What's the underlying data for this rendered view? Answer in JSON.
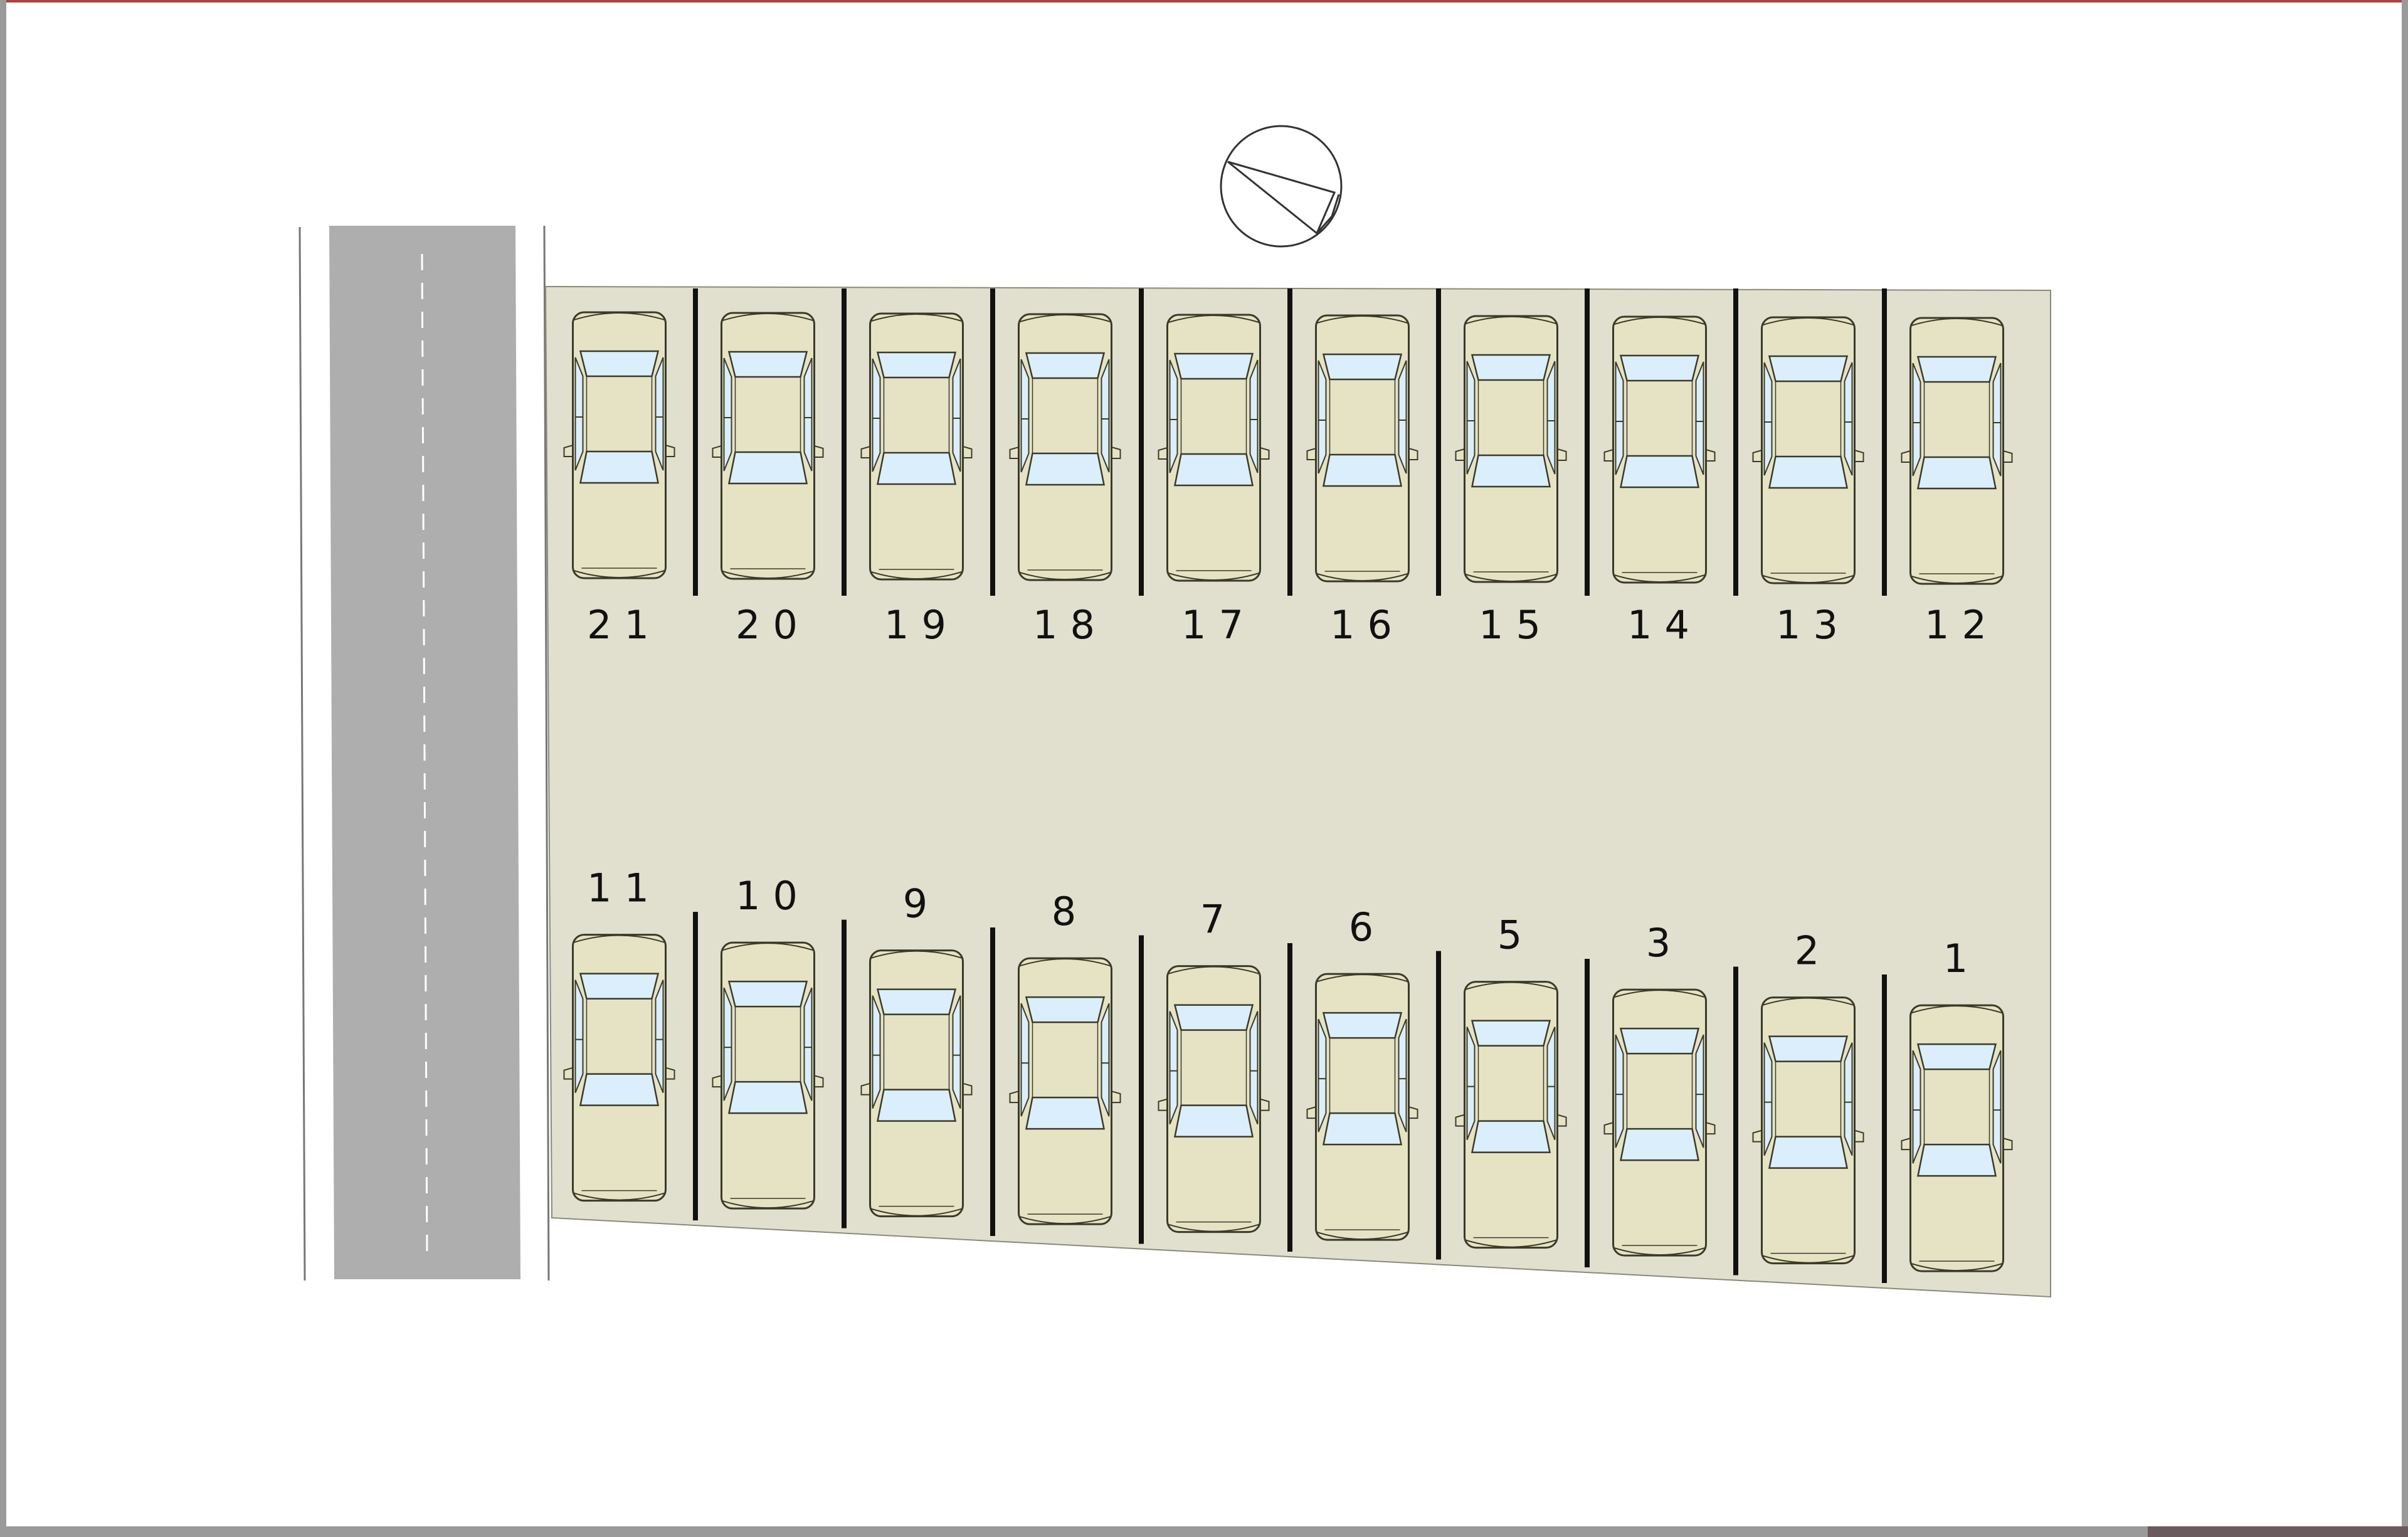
{
  "map": {
    "colors": {
      "lot_fill": "#e1e0ce",
      "lot_border": "#8a8a7a",
      "road_fill": "#aeaeae",
      "road_edge_line": "#777777",
      "stall_line": "#111111",
      "car_body": "#e6e3c4",
      "car_glass": "#dbeefb",
      "car_outline": "#3a3a2a",
      "frame_top": "#b04040",
      "frame_side": "#9a9a9a"
    },
    "compass": {
      "icon": "north-arrow-icon"
    },
    "spots_top": [
      {
        "label": "21"
      },
      {
        "label": "20"
      },
      {
        "label": "19"
      },
      {
        "label": "18"
      },
      {
        "label": "17"
      },
      {
        "label": "16"
      },
      {
        "label": "15"
      },
      {
        "label": "14"
      },
      {
        "label": "13"
      },
      {
        "label": "12"
      }
    ],
    "spots_bottom": [
      {
        "label": "11"
      },
      {
        "label": "10"
      },
      {
        "label": "9"
      },
      {
        "label": "8"
      },
      {
        "label": "7"
      },
      {
        "label": "6"
      },
      {
        "label": "5"
      },
      {
        "label": "3"
      },
      {
        "label": "2"
      },
      {
        "label": "1"
      }
    ]
  }
}
